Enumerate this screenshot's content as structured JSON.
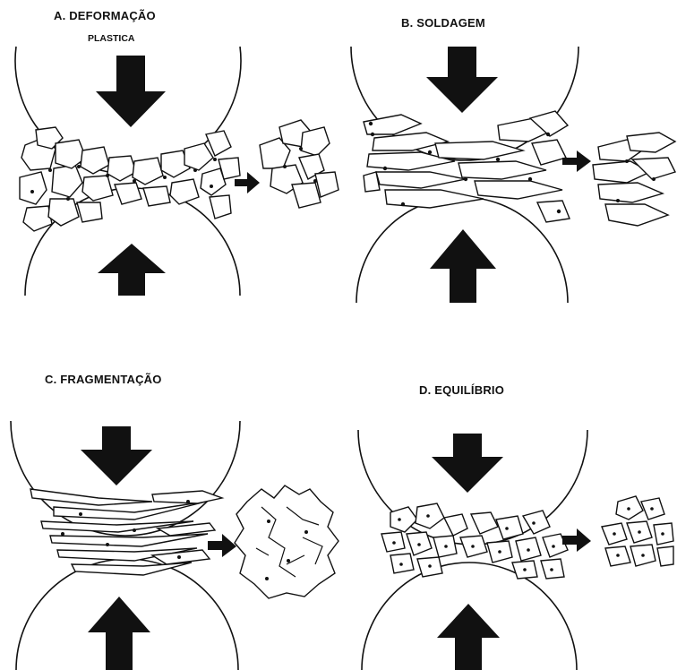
{
  "panels": [
    {
      "id": "A",
      "label_line1": "A. DEFORMAÇÃO",
      "label_line2": "PLASTICA"
    },
    {
      "id": "B",
      "label_line1": "B. SOLDAGEM"
    },
    {
      "id": "C",
      "label_line1": "C. FRAGMENTAÇÃO"
    },
    {
      "id": "D",
      "label_line1": "D. EQUILÍBRIO"
    }
  ],
  "colors": {
    "ink": "#111111",
    "paper": "#ffffff"
  },
  "icons": {
    "compression_arrow": "arrow-icon",
    "result_arrow": "right-arrow-icon"
  }
}
